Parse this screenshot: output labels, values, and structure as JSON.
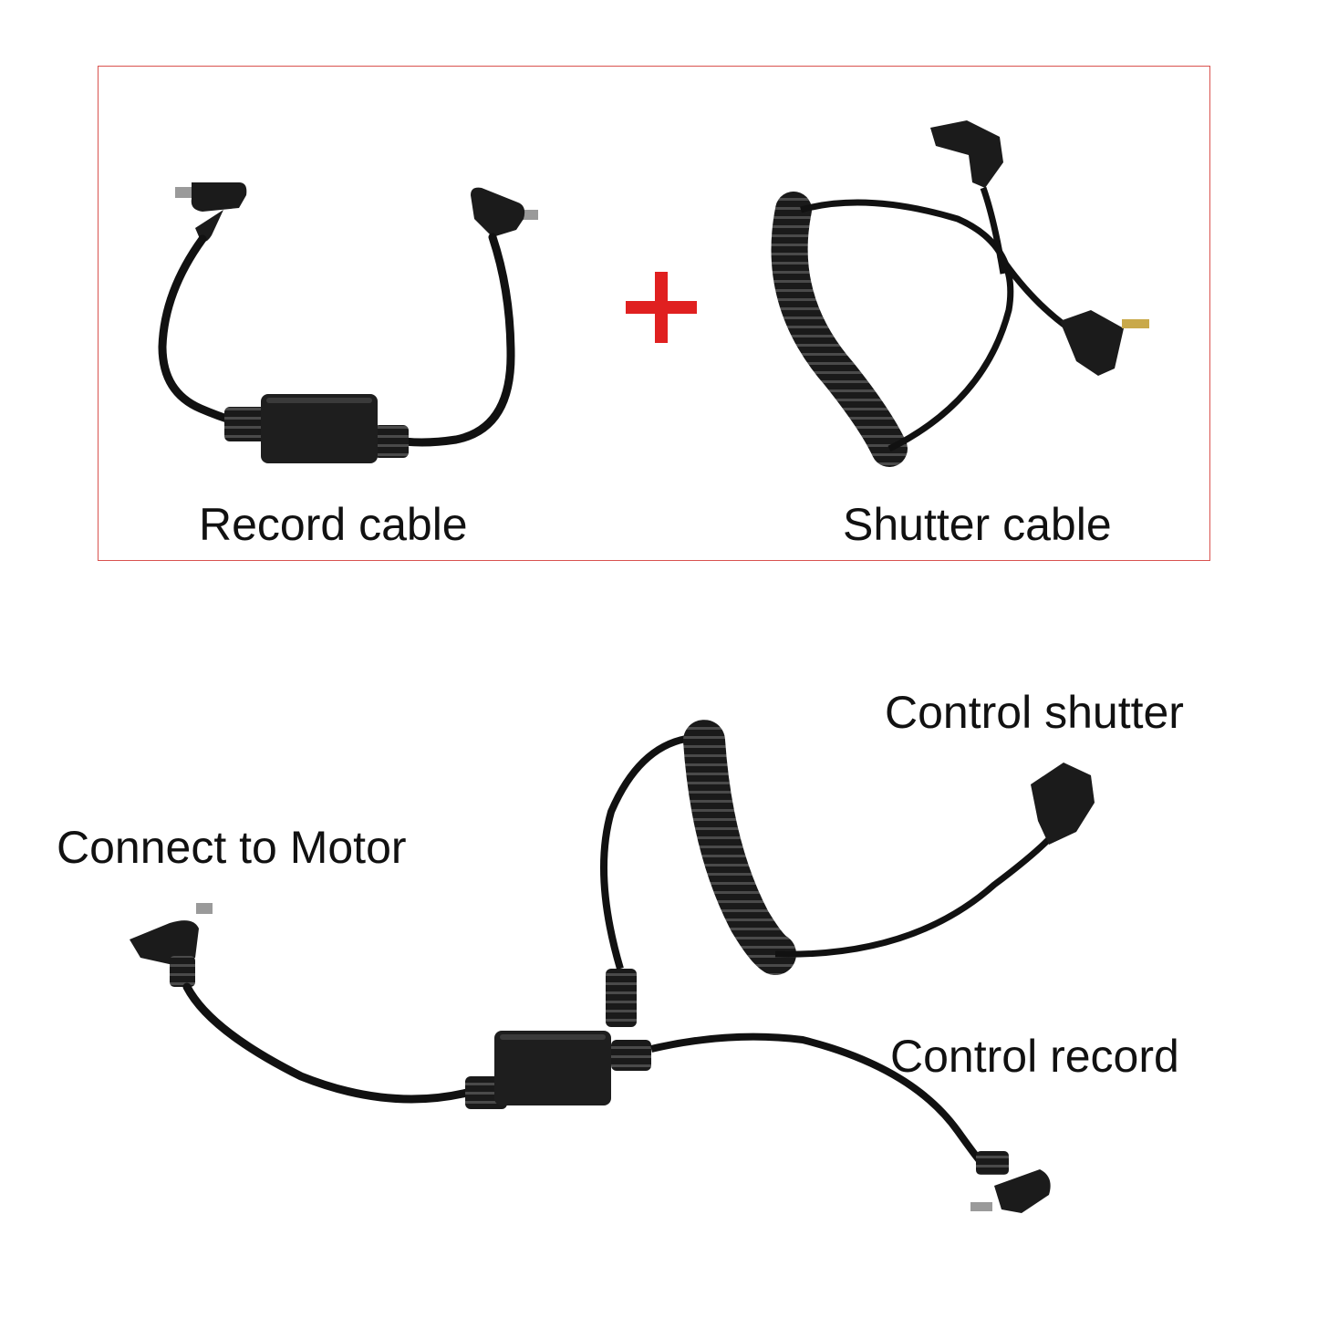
{
  "top_panel": {
    "record_label": "Record cable",
    "shutter_label": "Shutter cable",
    "plus_color": "#e02020",
    "frame_color": "#d9534f"
  },
  "bottom_panel": {
    "motor_label": "Connect to Motor",
    "control_shutter_label": "Control shutter",
    "control_record_label": "Control record"
  }
}
